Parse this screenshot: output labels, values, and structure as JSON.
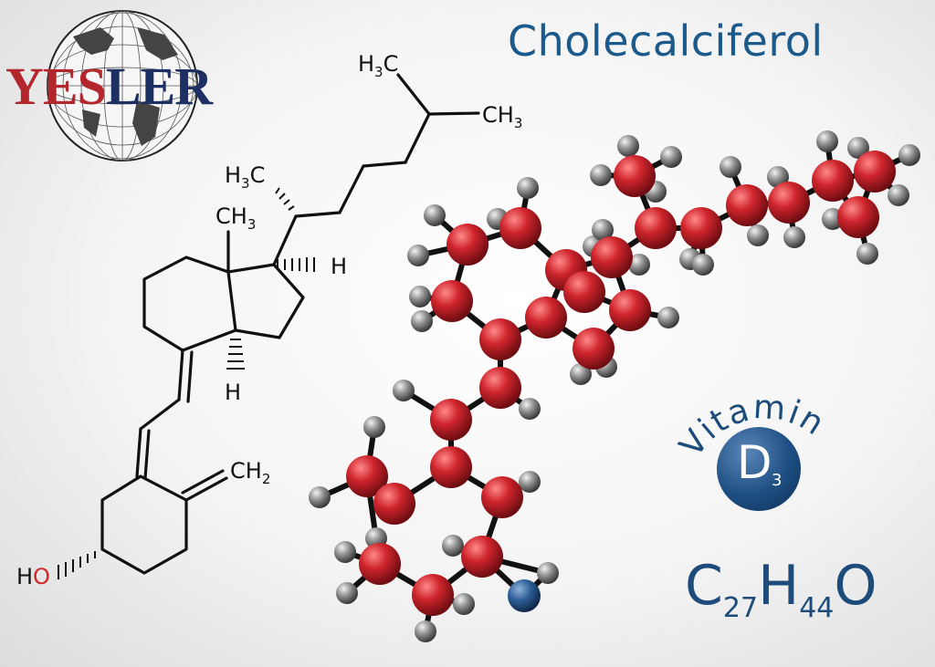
{
  "title": "Cholecalciferol",
  "logo": {
    "part1": "YES",
    "part2": "LER"
  },
  "vitamin": {
    "word": "Vitamin",
    "letter": "D",
    "subscript": "3"
  },
  "formula": {
    "c": "C",
    "c_n": "27",
    "h": "H",
    "h_n": "44",
    "o": "O"
  },
  "skeletal_labels": {
    "h3c_top": "H",
    "h3c_top_sub": "3",
    "h3c_top_c": "C",
    "ch3_right": "CH",
    "ch3_right_sub": "3",
    "h3c_mid": "H",
    "h3c_mid_sub": "3",
    "h3c_mid_c": "C",
    "ch3_ring": "CH",
    "ch3_ring_sub": "3",
    "h_right": "H",
    "h_bottom": "H",
    "ch2": "CH",
    "ch2_sub": "2",
    "ho_h": "H",
    "ho_o": "O"
  },
  "colors": {
    "title": "#1c5a8c",
    "carbon": "#c8242b",
    "hydrogen": "#8a8a8a",
    "oxygen": "#2a5a92",
    "logo_red": "#b3262b",
    "logo_blue": "#1d2f63"
  }
}
